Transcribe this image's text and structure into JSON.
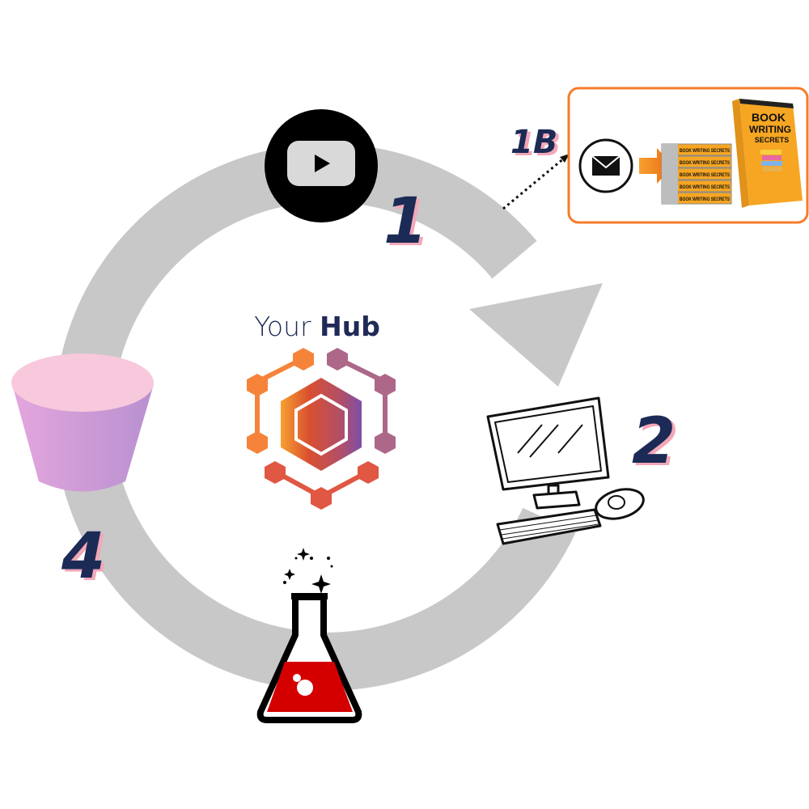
{
  "steps": {
    "one": "1",
    "one_b": "1B",
    "two": "2",
    "four": "4"
  },
  "hub": {
    "title_light": "Your",
    "title_bold": "Hub"
  },
  "book": {
    "title_line1": "BOOK",
    "title_line2": "WRITING",
    "title_line3": "SECRETS",
    "spine": "BOOK WRITING SECRETS"
  },
  "icons": [
    "youtube-icon",
    "email-icon",
    "arrow-right-icon",
    "book-stack-icon",
    "computer-icon",
    "flask-icon",
    "bucket-icon",
    "hub-logo-icon"
  ],
  "colors": {
    "ring": "#c8c8c8",
    "box_border": "#f47c2a",
    "number": "#1f2a56",
    "number_shadow": "#f2a8b8",
    "book": "#f6a623"
  }
}
